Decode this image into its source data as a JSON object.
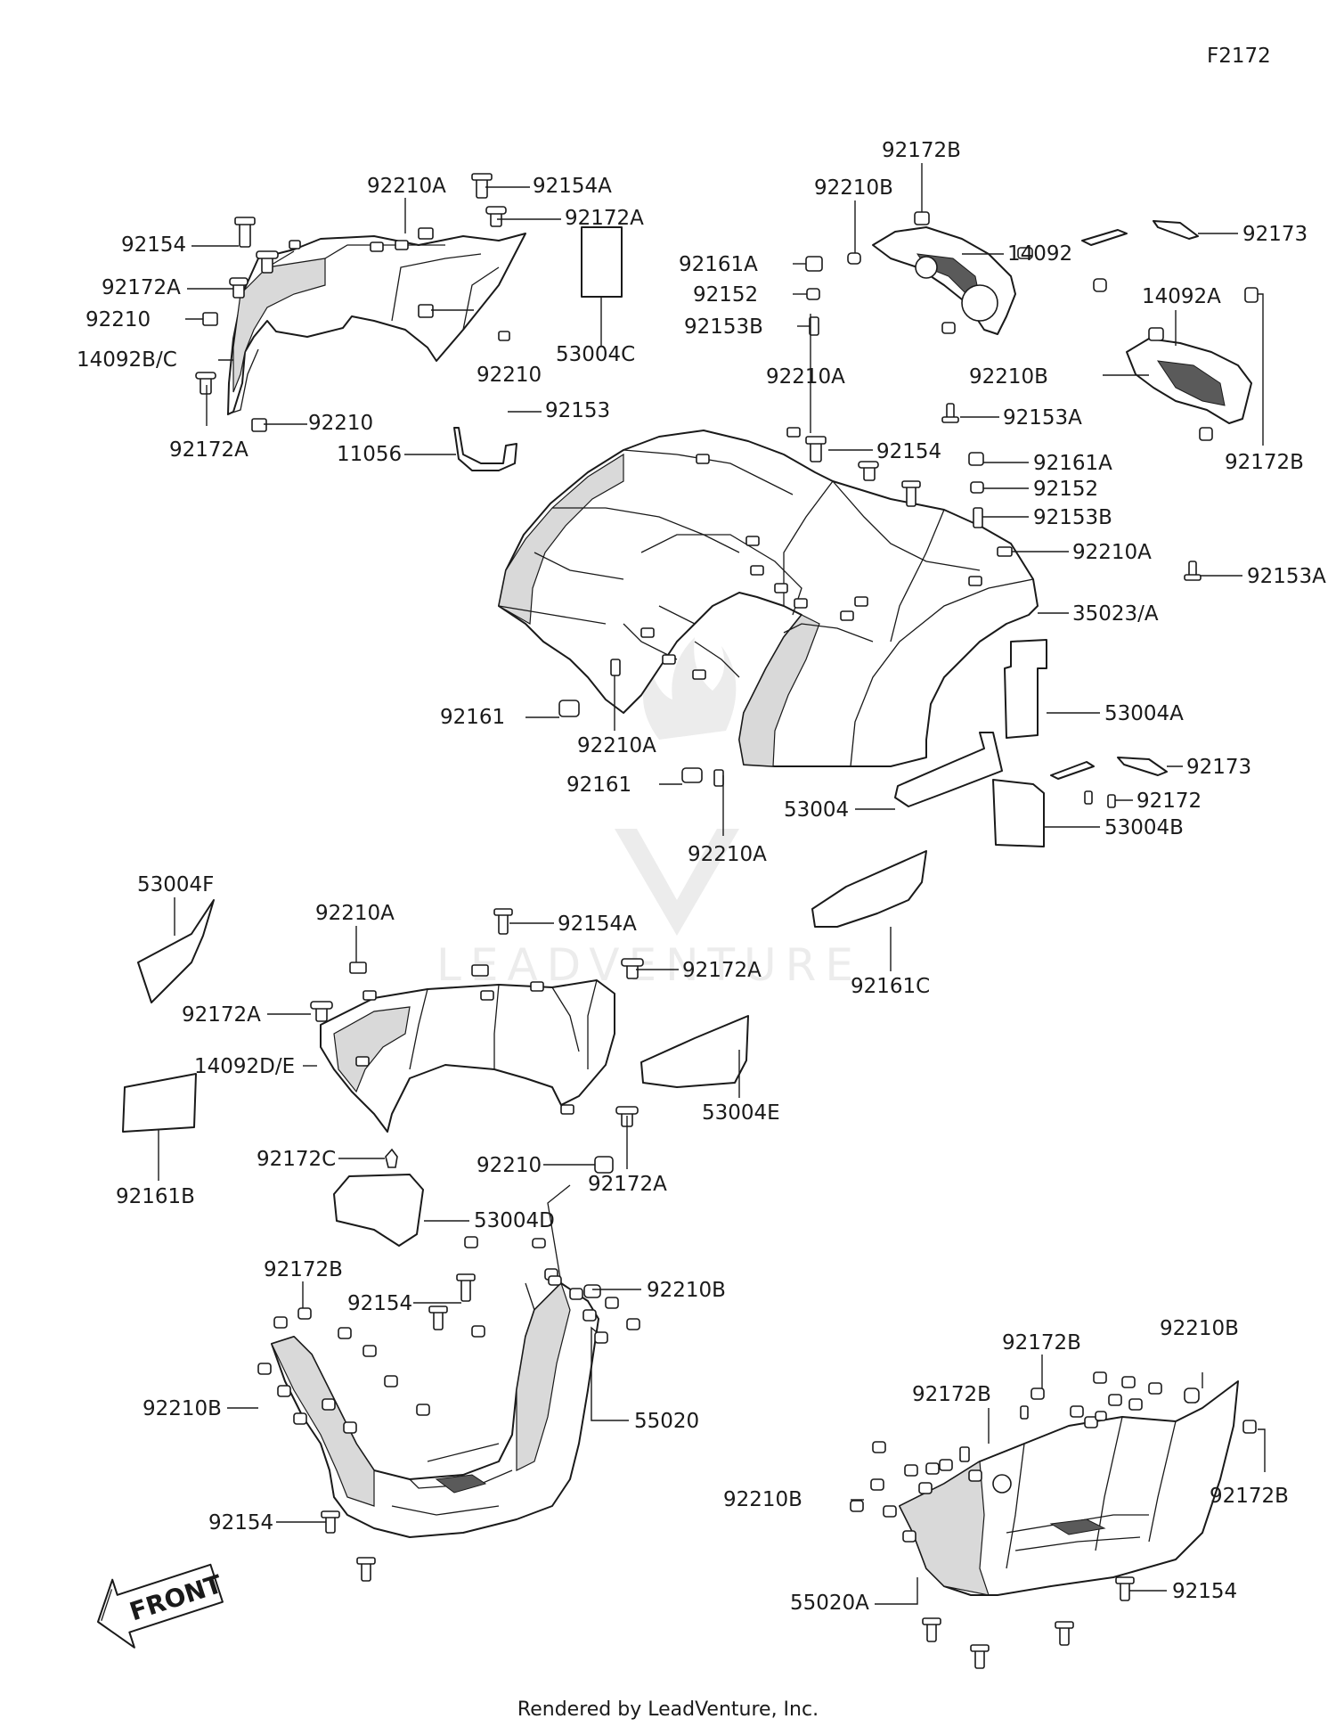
{
  "figure_code": "F2172",
  "footer": "Rendered by LeadVenture, Inc.",
  "watermark": "LEADVENTURE",
  "front_label": "FRONT",
  "labels": {
    "l01": "92210A",
    "l02": "92154A",
    "l03": "92172A",
    "l04": "92154",
    "l05": "92172A",
    "l06": "92210",
    "l07": "14092B/C",
    "l08": "92172A",
    "l09": "53004C",
    "l10": "92210",
    "l11": "92210",
    "l12": "92153",
    "l13": "11056",
    "l14": "92172B",
    "l15": "92210B",
    "l16": "92161A",
    "l17": "92152",
    "l18": "92153B",
    "l19": "14092",
    "l20": "92173",
    "l21": "14092A",
    "l22": "92210B",
    "l23": "92172B",
    "l24": "92210A",
    "l25": "92154",
    "l26": "92153A",
    "l27": "92161A",
    "l28": "92152",
    "l29": "92153B",
    "l30": "92210A",
    "l31": "92153A",
    "l32": "35023/A",
    "l33": "53004A",
    "l34": "92161",
    "l35": "92210A",
    "l36": "92173",
    "l37": "92161",
    "l38": "92172",
    "l39": "53004",
    "l40": "53004B",
    "l41": "92210A",
    "l42": "53004F",
    "l43": "92210A",
    "l44": "92154A",
    "l45": "92172A",
    "l46": "92161C",
    "l47": "92172A",
    "l48": "14092D/E",
    "l49": "53004E",
    "l50": "92172C",
    "l51": "92210",
    "l52": "92161B",
    "l53": "92172A",
    "l54": "53004D",
    "l55": "92172B",
    "l56": "92210B",
    "l57": "92154",
    "l58": "92210B",
    "l59": "55020",
    "l60": "92154",
    "l61": "92210B",
    "l62": "92172B",
    "l63": "92172B",
    "l64": "92172B",
    "l65": "92210B",
    "l66": "55020A",
    "l67": "92154"
  }
}
